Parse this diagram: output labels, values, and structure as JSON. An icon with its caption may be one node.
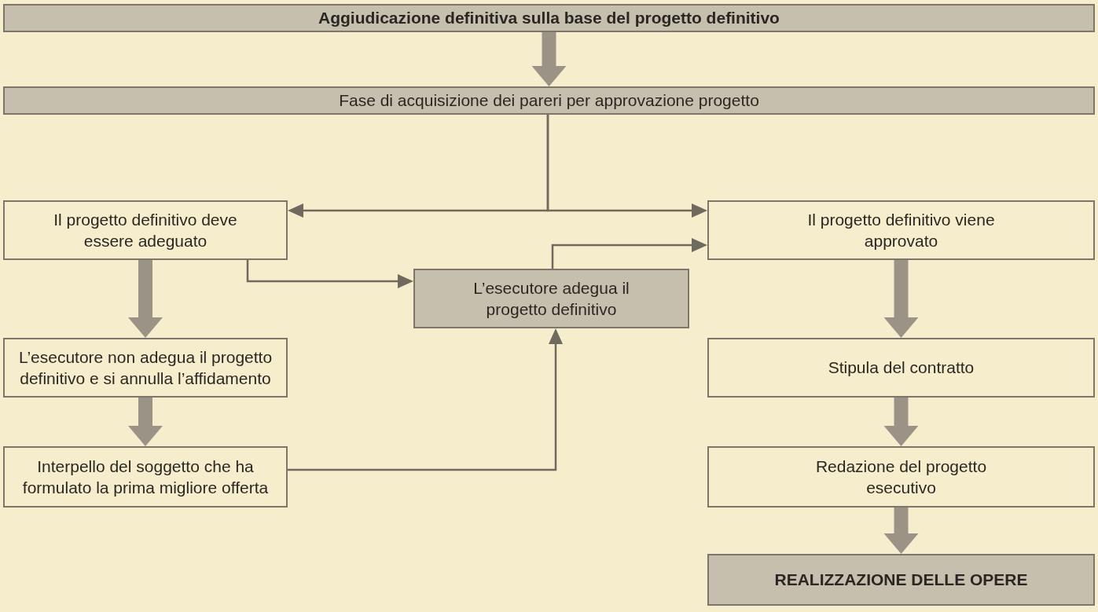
{
  "diagram": {
    "nodes": [
      {
        "text": [
          "Aggiudicazione definitiva sulla base del progetto definitivo"
        ]
      },
      {
        "text": [
          "Fase di acquisizione dei pareri per approvazione progetto"
        ]
      },
      {
        "text": [
          "Il progetto definitivo deve essere adeguato"
        ]
      },
      {
        "text": [
          "Il progetto definitivo viene approvato"
        ]
      },
      {
        "text": [
          "L’esecutore adegua il progetto definitivo"
        ]
      },
      {
        "text": [
          "L’esecutore non adegua il progetto definitivo e si annulla l’affidamento"
        ]
      },
      {
        "text": [
          "Interpello del soggetto che ha formulato la prima migliore offerta"
        ]
      },
      {
        "text": [
          "Stipula del contratto"
        ]
      },
      {
        "text": [
          "Redazione del progetto esecutivo"
        ]
      },
      {
        "text": [
          "REALIZZAZIONE DELLE OPERE"
        ]
      }
    ],
    "edges": [
      {
        "from": 0,
        "to": 1,
        "arrow": "to",
        "style": "thick"
      },
      {
        "from": 1,
        "to": 2,
        "arrow": "to"
      },
      {
        "from": 1,
        "to": 3,
        "arrow": "to"
      },
      {
        "from": 2,
        "to": 4,
        "arrow": "to"
      },
      {
        "from": 4,
        "to": 3,
        "arrow": "to"
      },
      {
        "from": 2,
        "to": 5,
        "arrow": "to",
        "style": "thick"
      },
      {
        "from": 5,
        "to": 6,
        "arrow": "to",
        "style": "thick"
      },
      {
        "from": 6,
        "to": 4,
        "arrow": "to"
      },
      {
        "from": 3,
        "to": 7,
        "arrow": "to",
        "style": "thick"
      },
      {
        "from": 7,
        "to": 8,
        "arrow": "to",
        "style": "thick"
      },
      {
        "from": 8,
        "to": 9,
        "arrow": "to",
        "style": "thick"
      }
    ]
  }
}
